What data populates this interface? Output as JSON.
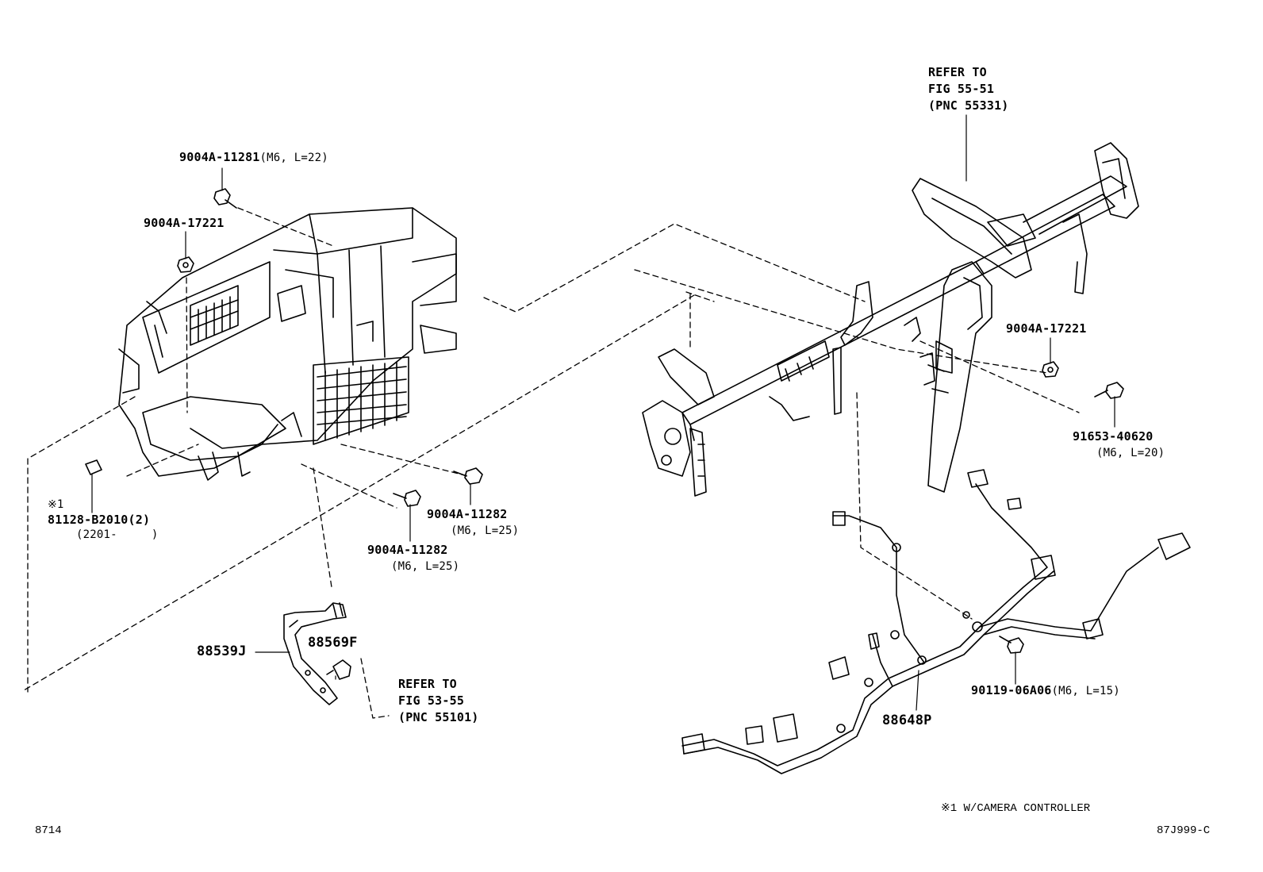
{
  "parts": {
    "bolt_11281": {
      "number": "9004A-11281",
      "spec": "(M6, L=22)"
    },
    "nut_17221_left": {
      "number": "9004A-17221"
    },
    "nut_17221_right": {
      "number": "9004A-17221"
    },
    "bolt_40620": {
      "number": "91653-40620",
      "spec": "(M6, L=20)"
    },
    "bolt_11282_a": {
      "number": "9004A-11282",
      "spec": "(M6, L=25)"
    },
    "bolt_11282_b": {
      "number": "9004A-11282",
      "spec": "(M6, L=25)"
    },
    "clip_81128": {
      "mark": "※1",
      "number": "81128-B2010(2)",
      "range": "(2201-     )"
    },
    "sensor_88539j": {
      "number": "88539J"
    },
    "sensor_88569f": {
      "number": "88569F"
    },
    "harness_88648p": {
      "number": "88648P"
    },
    "bolt_06a06": {
      "number": "90119-06A06",
      "spec": "(M6, L=15)"
    }
  },
  "refers": {
    "fig_55_51": {
      "line1": "REFER TO",
      "line2": "FIG 55-51",
      "line3": "(PNC 55331)"
    },
    "fig_53_55": {
      "line1": "REFER TO",
      "line2": "FIG 53-55",
      "line3": "(PNC 55101)"
    }
  },
  "note": "※1 W/CAMERA CONTROLLER",
  "page_code_left": "8714",
  "page_code_right": "87J999-C"
}
